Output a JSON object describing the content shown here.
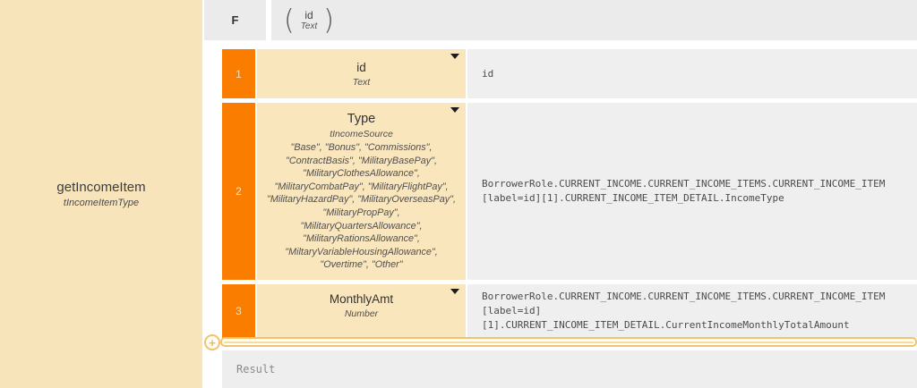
{
  "palette": {
    "panel_cream": "#f8e4bb",
    "cell_cream": "#fae6bd",
    "accent_orange": "#fb7d00",
    "header_gray": "#ebebeb",
    "cell_gray": "#efefef",
    "divider_orange": "#f2c36d"
  },
  "function_panel": {
    "name": "getIncomeItem",
    "type": "tIncomeItemType"
  },
  "header": {
    "f_label": "F",
    "signature": {
      "open_paren": "(",
      "param_name": "id",
      "param_type": "Text",
      "close_paren": ")"
    }
  },
  "rows": [
    {
      "num": "1",
      "name": "id",
      "type": "Text",
      "mapping": "id"
    },
    {
      "num": "2",
      "name": "Type",
      "type": "tIncomeSource",
      "enum_display": "\"Base\", \"Bonus\", \"Commissions\",\n\"ContractBasis\", \"MilitaryBasePay\",\n\"MilitaryClothesAllowance\",\n\"MilitaryCombatPay\", \"MilitaryFlightPay\",\n\"MilitaryHazardPay\", \"MilitaryOverseasPay\",\n\"MilitaryPropPay\",\n\"MilitaryQuartersAllowance\",\n\"MilitaryRationsAllowance\",\n\"MiltaryVariableHousingAllowance\",\n\"Overtime\", \"Other\"",
      "enum_values": [
        "Base",
        "Bonus",
        "Commissions",
        "ContractBasis",
        "MilitaryBasePay",
        "MilitaryClothesAllowance",
        "MilitaryCombatPay",
        "MilitaryFlightPay",
        "MilitaryHazardPay",
        "MilitaryOverseasPay",
        "MilitaryPropPay",
        "MilitaryQuartersAllowance",
        "MilitaryRationsAllowance",
        "MiltaryVariableHousingAllowance",
        "Overtime",
        "Other"
      ],
      "mapping": "BorrowerRole.CURRENT_INCOME.CURRENT_INCOME_ITEMS.CURRENT_INCOME_ITEM\n[label=id][1].CURRENT_INCOME_ITEM_DETAIL.IncomeType"
    },
    {
      "num": "3",
      "name": "MonthlyAmt",
      "type": "Number",
      "mapping": "BorrowerRole.CURRENT_INCOME.CURRENT_INCOME_ITEMS.CURRENT_INCOME_ITEM\n[label=id][1].CURRENT_INCOME_ITEM_DETAIL.CurrentIncomeMonthlyTotalAmount"
    }
  ],
  "add_row": {
    "plus_glyph": "+"
  },
  "result": {
    "label": "Result"
  }
}
